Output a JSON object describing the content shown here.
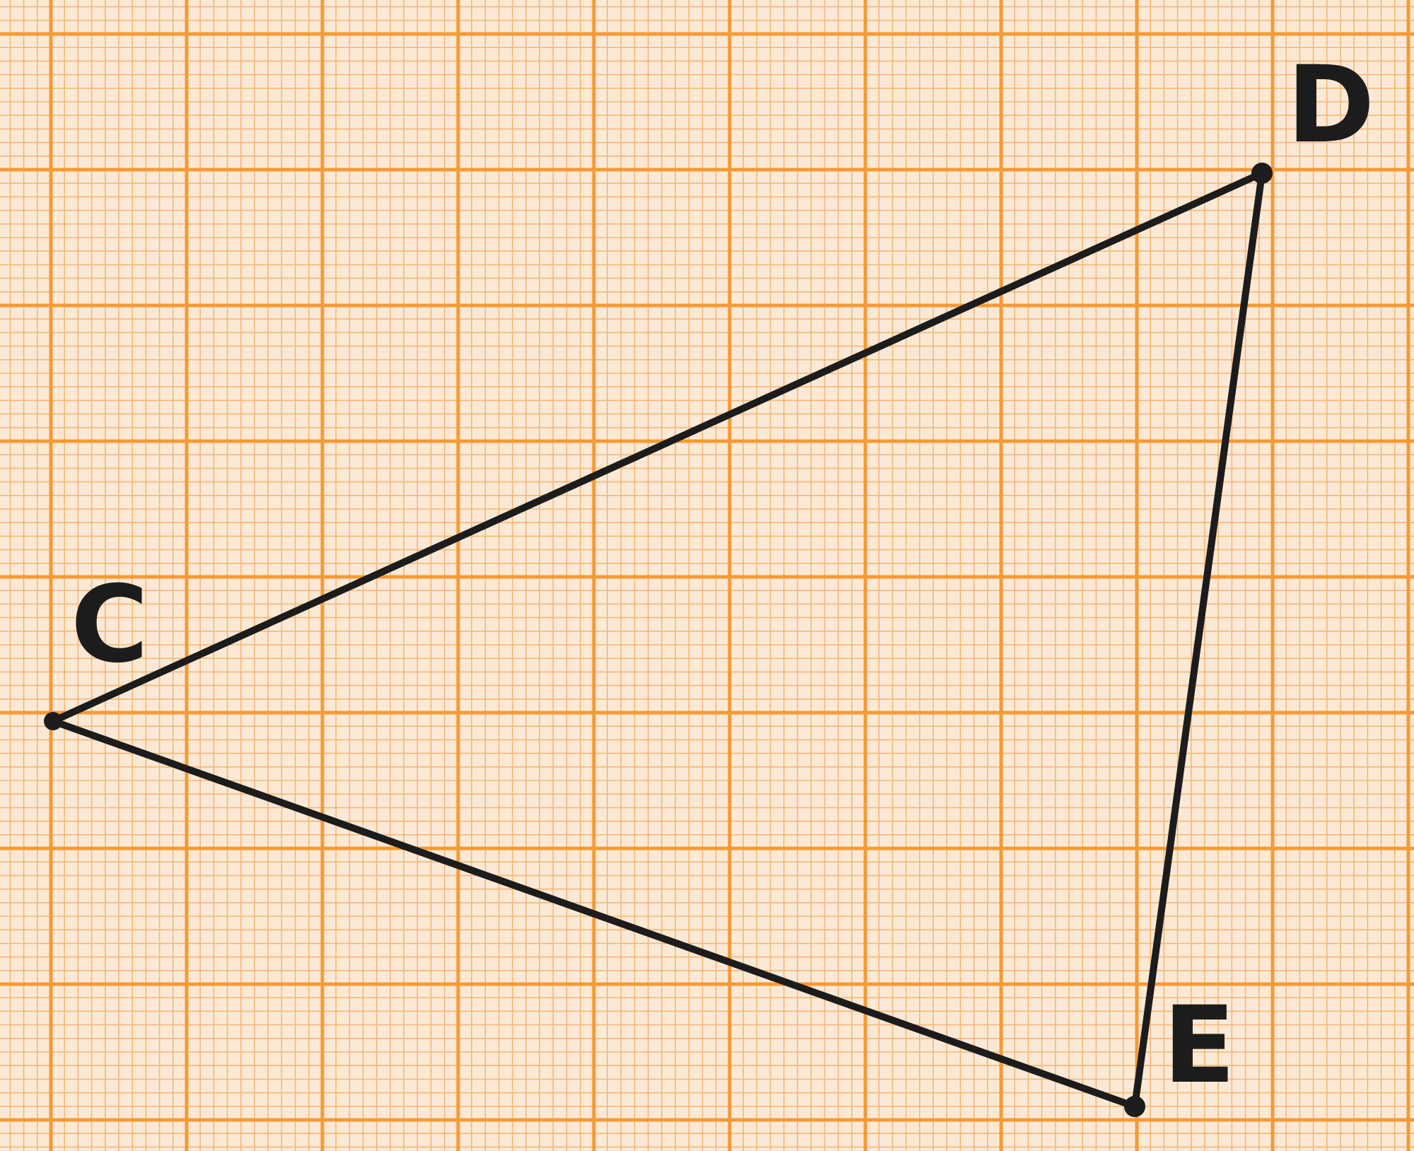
{
  "paper": {
    "background_color": "#fbe9d6",
    "minor_line_color": "#f6b774",
    "major_line_color": "#f59a35"
  },
  "triangle": {
    "stroke_color": "#1c1c1c",
    "vertices": {
      "C": {
        "label": "C"
      },
      "D": {
        "label": "D"
      },
      "E": {
        "label": "E"
      }
    },
    "sides": [
      "CD",
      "DE",
      "EC"
    ]
  }
}
